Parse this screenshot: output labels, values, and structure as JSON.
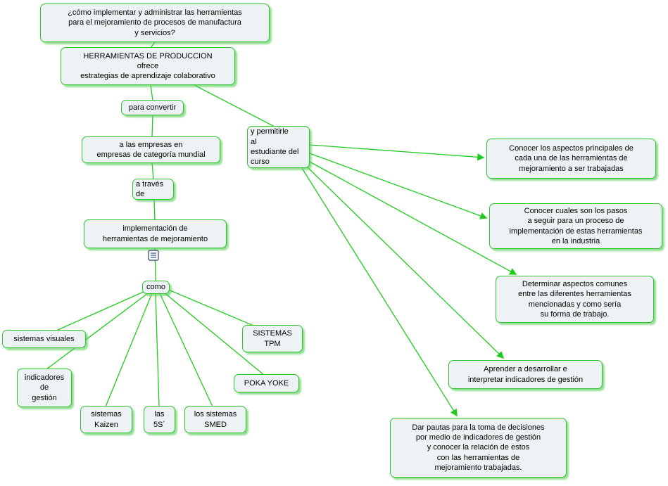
{
  "map": {
    "nodes": {
      "question": "¿cómo implementar y administrar las herramientas\npara el mejoramiento de procesos de manufactura\ny servicios?",
      "herramientas": "HERRAMIENTAS DE PRODUCCION\nofrece\nestrategias de aprendizaje colaborativo",
      "para_convertir": "para convertir",
      "empresas": "a las empresas en\nempresas de categoría mundial",
      "a_traves": "a través\nde",
      "implementacion": "implementación de\nherramientas de mejoramiento",
      "como": "como",
      "sistemas_visuales": "sistemas visuales",
      "indicadores": "indicadores\nde\ngestión",
      "kaizen": "sistemas\nKaizen",
      "cinco_s": "las\n5S´",
      "smed": "los sistemas\nSMED",
      "poka_yoke": "POKA YOKE",
      "tpm": "SISTEMAS\nTPM",
      "permitirle": "y permitirle\nal\nestudiante del\ncurso",
      "conocer_aspectos": "Conocer los aspectos principales de\ncada una de las herramientas de\nmejoramiento a ser trabajadas",
      "conocer_pasos": "Conocer cuales son los pasos\na seguir para un proceso de\nimplementación de estas herramientas\nen la industria",
      "determinar": "Determinar aspectos comunes\nentre las diferentes herramientas\nmencionadas y como sería\nsu forma de trabajo.",
      "aprender": "Aprender a desarrollar e\ninterpretar indicadores de gestión",
      "dar_pautas": "Dar pautas para la toma de decisiones\npor medio de indicadores de gestión\ny conocer la relación de estos\ncon las herramientas de\nmejoramiento trabajadas."
    },
    "icons": {
      "resource": "document-list-icon"
    },
    "colors": {
      "line": "#1ECC1E",
      "node_border": "#2FC42F",
      "node_bg": "#EDF3F4",
      "node_shadow": "#7FD97F",
      "text": "#000000",
      "background": "#FFFFFF"
    }
  }
}
